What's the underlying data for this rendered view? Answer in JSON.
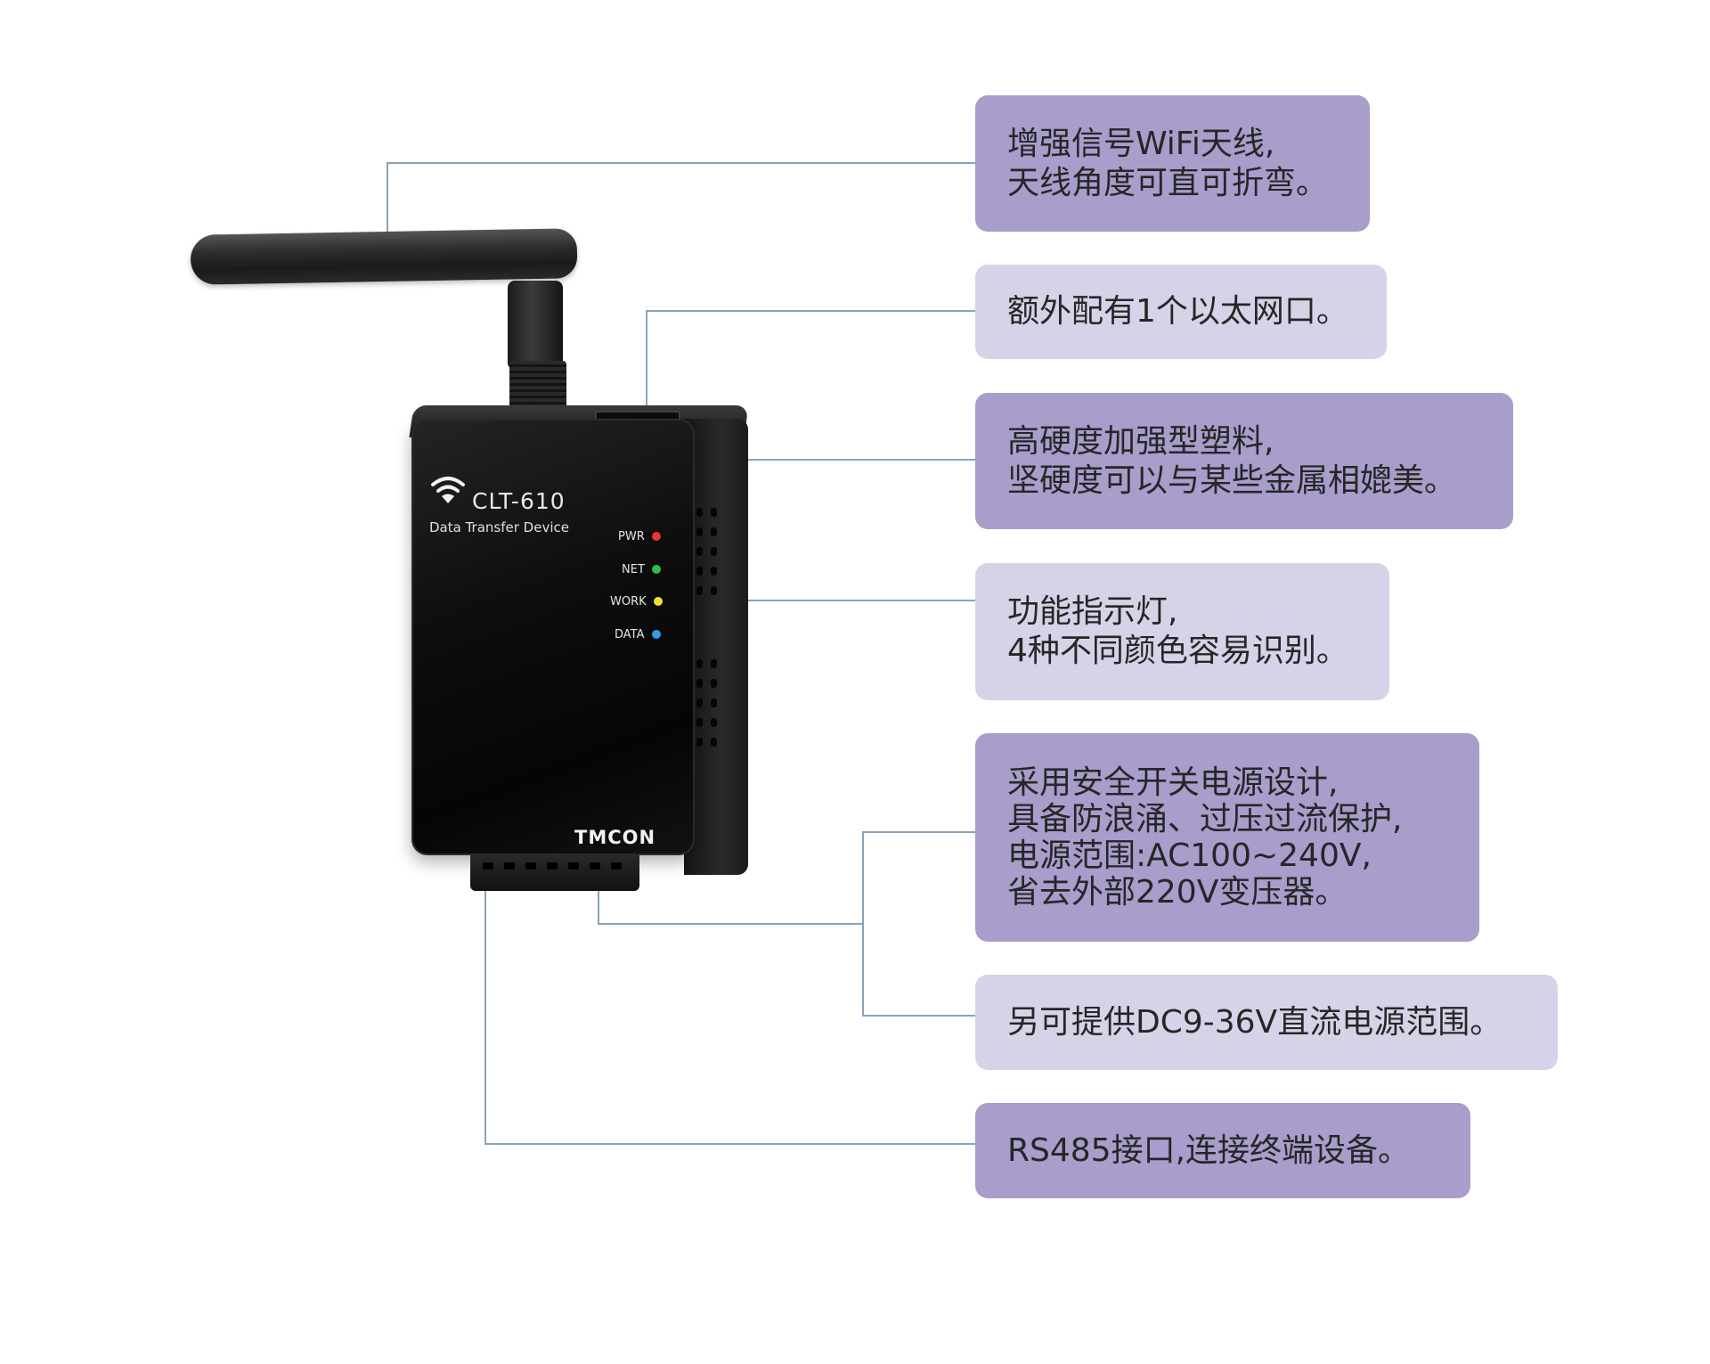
{
  "device": {
    "model": "CLT-610",
    "subtitle": "Data Transfer Device",
    "brand": "TMCON",
    "leds": [
      {
        "label": "PWR",
        "color": "#e8332e"
      },
      {
        "label": "NET",
        "color": "#2fbf4a"
      },
      {
        "label": "WORK",
        "color": "#f1e03a"
      },
      {
        "label": "DATA",
        "color": "#2e9be8"
      }
    ]
  },
  "callouts": [
    {
      "lines": [
        "增强信号WiFi天线,",
        "天线角度可直可折弯。"
      ],
      "style": "dark"
    },
    {
      "lines": [
        "额外配有1个以太网口。"
      ],
      "style": "light"
    },
    {
      "lines": [
        "高硬度加强型塑料,",
        "坚硬度可以与某些金属相媲美。"
      ],
      "style": "dark"
    },
    {
      "lines": [
        "功能指示灯,",
        "4种不同颜色容易识别。"
      ],
      "style": "light"
    },
    {
      "lines": [
        "采用安全开关电源设计,",
        "具备防浪涌、过压过流保护,",
        "电源范围:AC100~240V,",
        "省去外部220V变压器。"
      ],
      "style": "dark"
    },
    {
      "lines": [
        "另可提供DC9-36V直流电源范围。"
      ],
      "style": "light"
    },
    {
      "lines": [
        "RS485接口,连接终端设备。"
      ],
      "style": "dark"
    }
  ],
  "colors": {
    "callout_dark": "#a89dcb",
    "callout_light": "#d8d2e8",
    "leader_line": "#8aa3b8"
  }
}
